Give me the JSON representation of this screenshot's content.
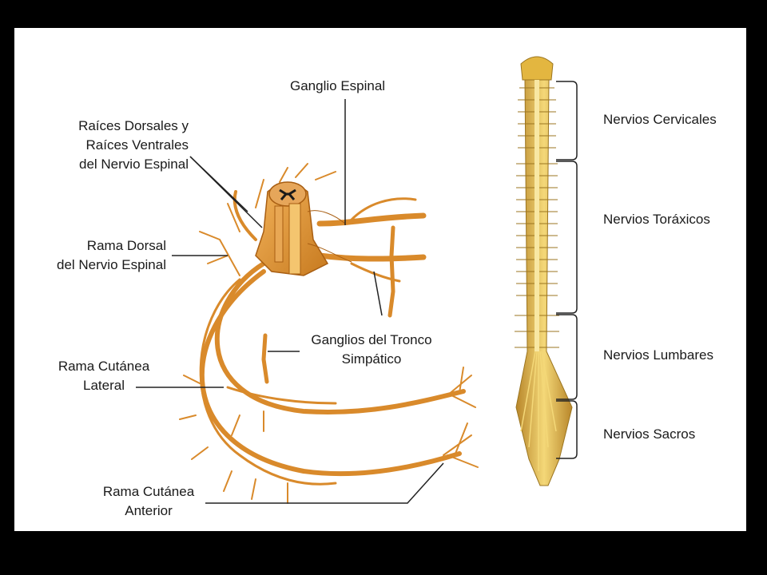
{
  "labels": {
    "ganglio_espinal": "Ganglio Espinal",
    "raices": [
      "Raíces Dorsales y",
      "Raíces Ventrales",
      "del Nervio Espinal"
    ],
    "rama_dorsal": [
      "Rama Dorsal",
      "del Nervio Espinal"
    ],
    "ganglios_tronco": [
      "Ganglios del Tronco",
      "Simpático"
    ],
    "rama_cut_lateral": [
      "Rama Cutánea",
      "Lateral"
    ],
    "rama_cut_anterior": [
      "Rama Cutánea",
      "Anterior"
    ],
    "cervicales": "Nervios Cervicales",
    "toraxicos": "Nervios Toráxicos",
    "lumbares": "Nervios Lumbares",
    "sacros": "Nervios Sacros"
  },
  "colors": {
    "nerve": "#d98a2b",
    "nerve_dark": "#a85e12",
    "spine": "#e3b640",
    "spine_light": "#f2d675",
    "cord_center": "#1a1a1a"
  }
}
